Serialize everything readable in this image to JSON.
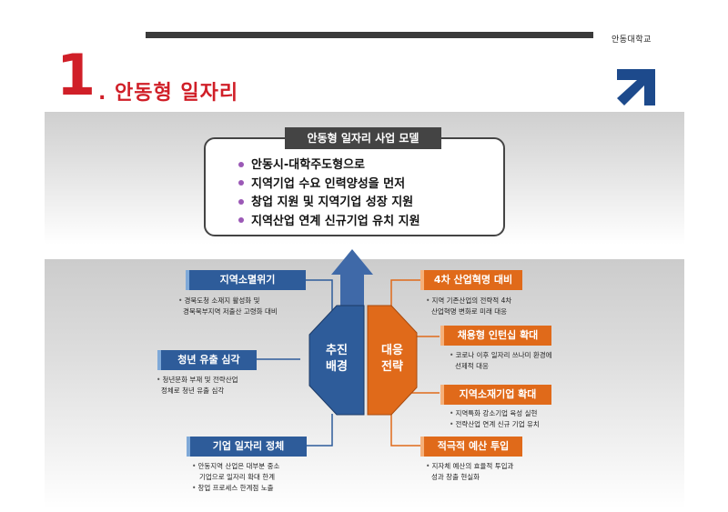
{
  "header": {
    "university": "안동대학교",
    "section_number": "1",
    "section_title": ". 안동형 일자리"
  },
  "model": {
    "title": "안동형 일자리 사업 모델",
    "items": [
      "안동시-대학주도형으로",
      "지역기업 수요 인력양성을 먼저",
      "창업 지원 및 지역기업 성장 지원",
      "지역산업 연계 신규기업 유치 지원"
    ]
  },
  "background": {
    "center_label_1": "추진",
    "center_label_2": "배경",
    "items": [
      {
        "label": "지역소멸위기",
        "notes": [
          "경북도청 소재지 활성화 및",
          "경북북부지역 저출산 고령화 대비"
        ]
      },
      {
        "label": "청년 유출 심각",
        "notes": [
          "청년문화 부재 및 전략산업",
          "정체로 청년 유출 심각"
        ]
      },
      {
        "label": "기업 일자리 정체",
        "notes": [
          "안동지역 산업은 대부분 중소",
          "기업으로 일자리 확대 한계",
          "창업 프로세스 한계점 노출"
        ]
      }
    ]
  },
  "strategy": {
    "center_label_1": "대응",
    "center_label_2": "전략",
    "items": [
      {
        "label": "4차 산업혁명 대비",
        "notes": [
          "지역 기존산업의 전략적 4차",
          "산업혁명 변화로 미래 대응"
        ]
      },
      {
        "label": "채용형 인턴십 확대",
        "notes": [
          "코로나 이후 일자리 쓰나미 환경에",
          "선제적 대응"
        ]
      },
      {
        "label": "지역소재기업 확대",
        "notes": [
          "지역특화 강소기업 육성 실현",
          "전략산업 연계 신규 기업 유치"
        ]
      },
      {
        "label": "적극적 예산 투입",
        "notes": [
          "지자체 예산의 효율적 투입과",
          "성과 창출 현실화"
        ]
      }
    ]
  },
  "colors": {
    "accent_red": "#d01f28",
    "blue": "#2e5c9a",
    "orange": "#e06a1a"
  }
}
